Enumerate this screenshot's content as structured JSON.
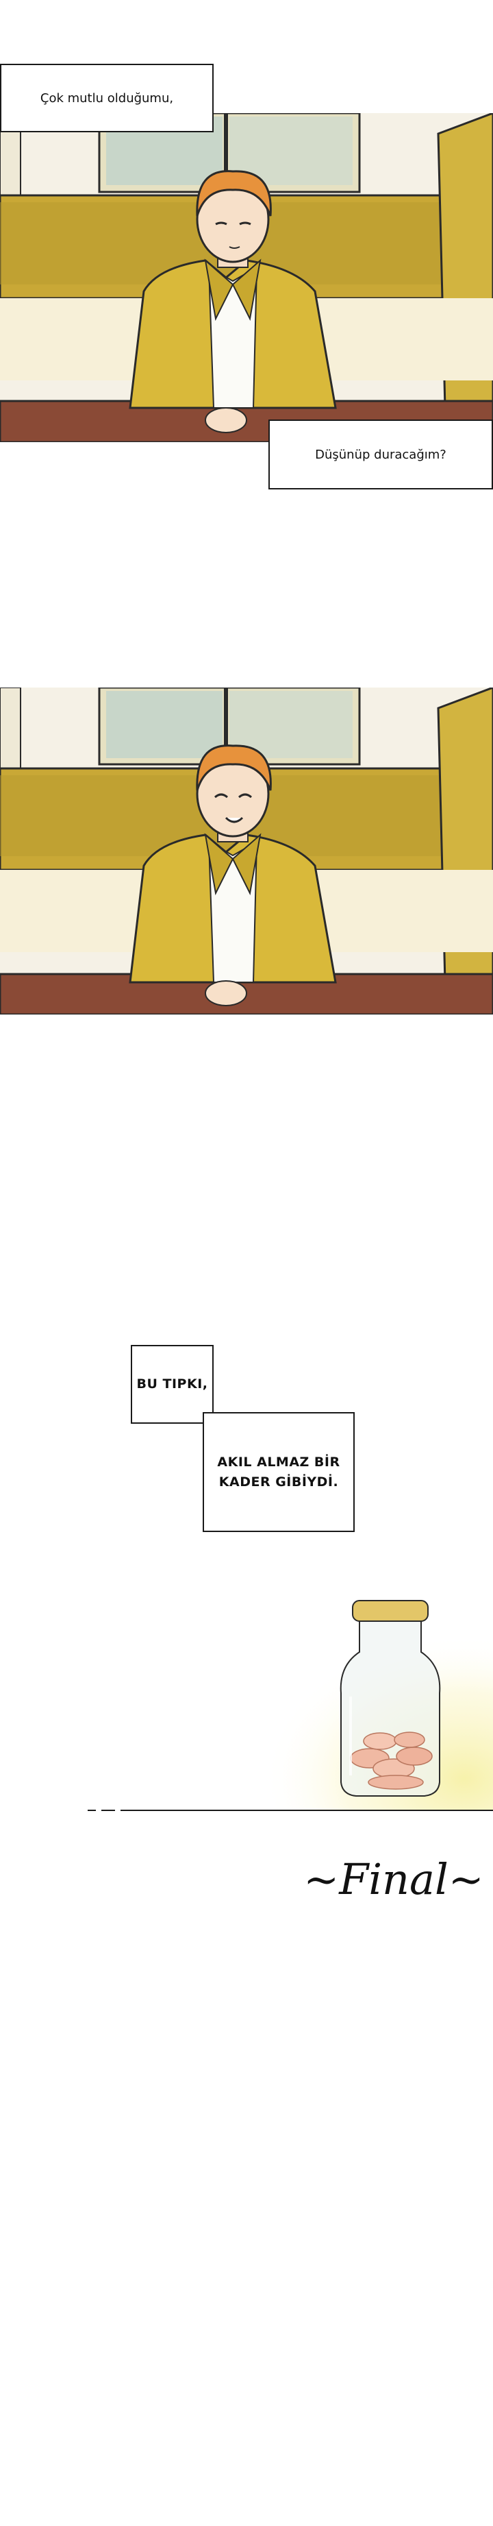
{
  "captions": {
    "c1": "Çok mutlu olduğumu,",
    "c2": "Düşünüp duracağım?",
    "c3": "BU TIPKI,",
    "c4_line1": "AKIL ALMAZ BİR",
    "c4_line2": "KADER GİBİYDİ."
  },
  "final": {
    "title": "~Final~"
  },
  "colors": {
    "jacket": "#d9b93a",
    "hair": "#e7923c",
    "wood": "#8a4a36",
    "sofa": "#c9a836",
    "glow": "#fbf6c8"
  }
}
